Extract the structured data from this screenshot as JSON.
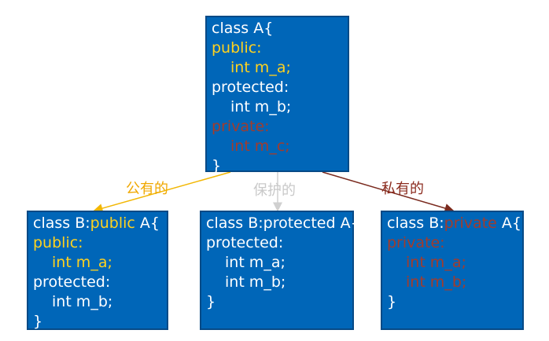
{
  "colors": {
    "box_bg": "#0066b8",
    "public": "#ffd21f",
    "protected": "#d0d0d0",
    "private": "#8b2b1e",
    "public_arrow": "#f2b705"
  },
  "parent": {
    "l1": "class A{",
    "l2": "public:",
    "l3": "int m_a;",
    "l4": "protected:",
    "l5": "int m_b;",
    "l6": "private:",
    "l7": "int m_c;",
    "l8": "}"
  },
  "edges": {
    "public": "公有的",
    "protected": "保护的",
    "private": "私有的"
  },
  "child_public": {
    "head_a": "class B:",
    "head_mode": "public",
    "head_b": " A{",
    "l2": "public:",
    "l3": "int m_a;",
    "l4": "protected:",
    "l5": "int m_b;",
    "l6": "}"
  },
  "child_protected": {
    "head_a": "class B:",
    "head_mode": "protected",
    "head_b": " A{",
    "l2": "protected:",
    "l3": "int m_a;",
    "l4": "int m_b;",
    "l5": "}"
  },
  "child_private": {
    "head_a": "class B:",
    "head_mode": "private",
    "head_b": " A{",
    "l2": "private:",
    "l3": "int m_a;",
    "l4": "int m_b;",
    "l5": "}"
  }
}
